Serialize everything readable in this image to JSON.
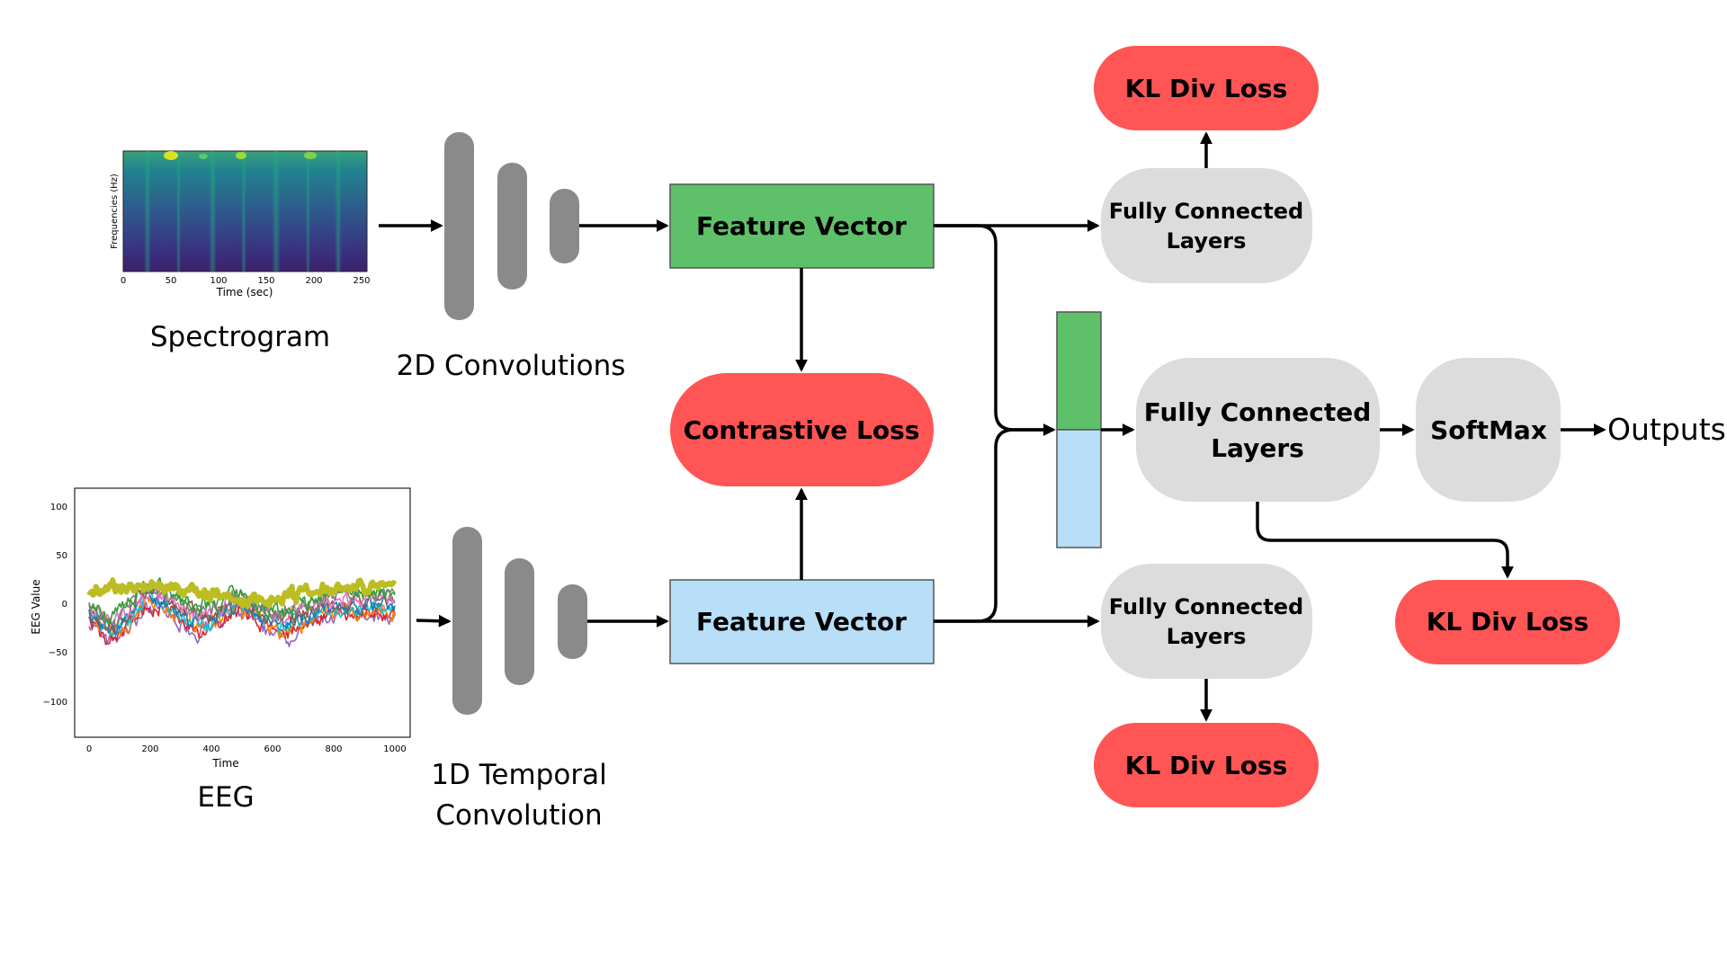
{
  "spectrogram": {
    "caption": "Spectrogram",
    "x_label": "Time (sec)",
    "y_label": "Frequencies (Hz)",
    "x_ticks": [
      "0",
      "50",
      "100",
      "150",
      "200",
      "250"
    ]
  },
  "eeg": {
    "caption": "EEG",
    "x_label": "Time",
    "y_label": "EEG Value",
    "x_ticks": [
      "0",
      "200",
      "400",
      "600",
      "800",
      "1000"
    ],
    "y_ticks": [
      "100",
      "50",
      "0",
      "−50",
      "−100"
    ]
  },
  "conv2d": {
    "caption": "2D Convolutions"
  },
  "conv1d": {
    "caption_line1": "1D Temporal",
    "caption_line2": "Convolution"
  },
  "feature_vector_top": {
    "label": "Feature Vector",
    "color": "#5ec16a"
  },
  "feature_vector_bottom": {
    "label": "Feature Vector",
    "color": "#b8dff7"
  },
  "contrastive_loss": {
    "label": "Contrastive Loss",
    "color": "#ff5555"
  },
  "fc_top": {
    "line1": "Fully Connected",
    "line2": "Layers"
  },
  "fc_bottom": {
    "line1": "Fully Connected",
    "line2": "Layers"
  },
  "fc_main": {
    "line1": "Fully Connected",
    "line2": "Layers"
  },
  "softmax": {
    "label": "SoftMax"
  },
  "outputs": {
    "label": "Outputs"
  },
  "kl_top": {
    "label": "KL Div Loss"
  },
  "kl_bottom": {
    "label": "KL Div Loss"
  },
  "kl_right": {
    "label": "KL Div Loss"
  },
  "colors": {
    "loss": "#ff5555",
    "layer_gray": "#dcdcdc",
    "conv_gray": "#8a8a8a"
  }
}
